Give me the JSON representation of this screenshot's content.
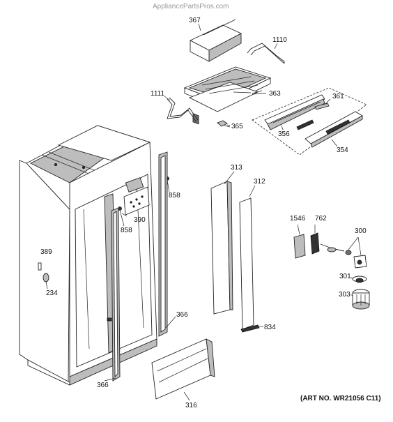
{
  "watermark": "AppliancePartsPros.com",
  "art_number": "(ART NO. WR21056 C11)",
  "parts": [
    {
      "id": "p367",
      "label": "367"
    },
    {
      "id": "p1110",
      "label": "1110"
    },
    {
      "id": "p1111",
      "label": "1111"
    },
    {
      "id": "p363",
      "label": "363"
    },
    {
      "id": "p365",
      "label": "365"
    },
    {
      "id": "p361",
      "label": "361"
    },
    {
      "id": "p356",
      "label": "356"
    },
    {
      "id": "p354",
      "label": "354"
    },
    {
      "id": "p313",
      "label": "313"
    },
    {
      "id": "p312",
      "label": "312"
    },
    {
      "id": "p858a",
      "label": "858"
    },
    {
      "id": "p858b",
      "label": "858"
    },
    {
      "id": "p390",
      "label": "390"
    },
    {
      "id": "p389",
      "label": "389"
    },
    {
      "id": "p234",
      "label": "234"
    },
    {
      "id": "p366a",
      "label": "366"
    },
    {
      "id": "p366b",
      "label": "366"
    },
    {
      "id": "p316",
      "label": "316"
    },
    {
      "id": "p834",
      "label": "834"
    },
    {
      "id": "p1546",
      "label": "1546"
    },
    {
      "id": "p762",
      "label": "762"
    },
    {
      "id": "p300",
      "label": "300"
    },
    {
      "id": "p301",
      "label": "301"
    },
    {
      "id": "p303",
      "label": "303"
    }
  ]
}
